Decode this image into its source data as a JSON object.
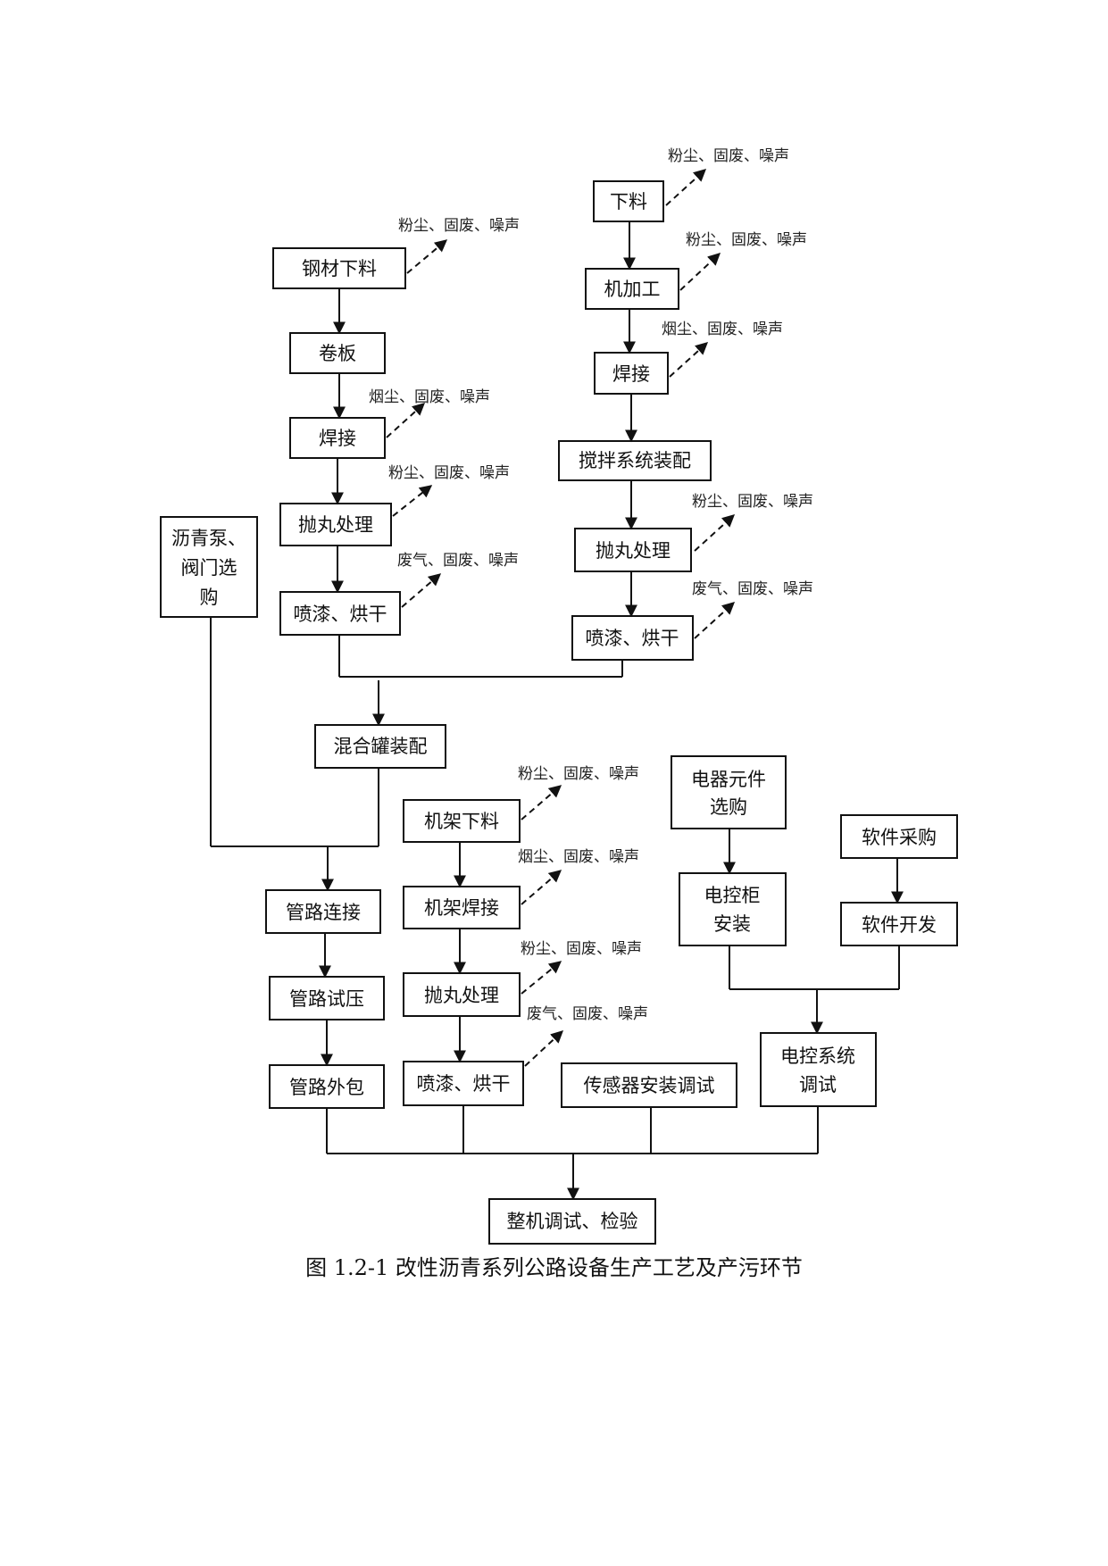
{
  "caption": "图 1.2-1 改性沥青系列公路设备生产工艺及产污环节",
  "pollutants": {
    "dust": "粉尘、固废、噪声",
    "smoke": "烟尘、固废、噪声",
    "exhaust": "废气、固废、噪声"
  },
  "nodes": {
    "steel_cutting": "钢材下料",
    "rolling": "卷板",
    "welding_a": "焊接",
    "shot_blast_a": "抛丸处理",
    "spray_dry_a": "喷漆、烘干",
    "cutting_b": "下料",
    "machining": "机加工",
    "welding_b": "焊接",
    "mixing_assembly": "搅拌系统装配",
    "shot_blast_b": "抛丸处理",
    "spray_dry_b": "喷漆、烘干",
    "pump_purchase": [
      "沥青泵、",
      "阀门选",
      "购"
    ],
    "mixer_tank_assembly": "混合罐装配",
    "pipe_connection": "管路连接",
    "pipe_pressure_test": "管路试压",
    "pipe_wrapping": "管路外包",
    "frame_cutting": "机架下料",
    "frame_welding": "机架焊接",
    "shot_blast_c": "抛丸处理",
    "spray_dry_c": "喷漆、烘干",
    "electrical_purchase": [
      "电器元件",
      "选购"
    ],
    "control_cabinet": [
      "电控柜",
      "安装"
    ],
    "software_purchase": "软件采购",
    "software_dev": "软件开发",
    "sensor_install": "传感器安装调试",
    "control_debug": [
      "电控系统",
      "调试"
    ],
    "final_debug": "整机调试、检验"
  }
}
